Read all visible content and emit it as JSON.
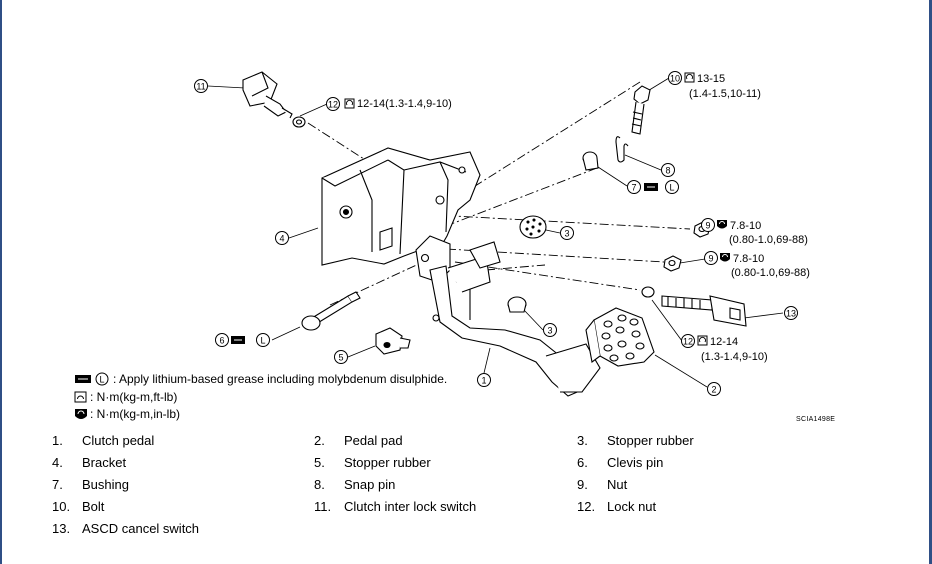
{
  "diagram": {
    "callouts": [
      {
        "num": "11"
      },
      {
        "num": "12",
        "spec": "12-14(1.3-1.4,9-10)"
      },
      {
        "num": "10",
        "spec": "13-15",
        "spec2": "(1.4-1.5,10-11)"
      },
      {
        "num": "8"
      },
      {
        "num": "7"
      },
      {
        "num": "4"
      },
      {
        "num": "3"
      },
      {
        "num": "9",
        "spec": "7.8-10",
        "spec2": "(0.80-1.0,69-88)"
      },
      {
        "num": "9",
        "spec": "7.8-10",
        "spec2": "(0.80-1.0,69-88)"
      },
      {
        "num": "13"
      },
      {
        "num": "3"
      },
      {
        "num": "12",
        "spec": "12-14",
        "spec2": "(1.3-1.4,9-10)"
      },
      {
        "num": "6"
      },
      {
        "num": "5"
      },
      {
        "num": "1"
      },
      {
        "num": "2"
      }
    ],
    "grease_letter": "L",
    "legend": {
      "grease": ": Apply lithium-based grease including molybdenum disulphide.",
      "torque_ft": ": N·m(kg-m,ft-lb)",
      "torque_in": ": N·m(kg-m,in-lb)"
    },
    "code": "SCIA1498E"
  },
  "parts": [
    {
      "num": "1.",
      "name": "Clutch pedal"
    },
    {
      "num": "2.",
      "name": "Pedal pad"
    },
    {
      "num": "3.",
      "name": "Stopper rubber"
    },
    {
      "num": "4.",
      "name": "Bracket"
    },
    {
      "num": "5.",
      "name": "Stopper rubber"
    },
    {
      "num": "6.",
      "name": "Clevis pin"
    },
    {
      "num": "7.",
      "name": "Bushing"
    },
    {
      "num": "8.",
      "name": "Snap pin"
    },
    {
      "num": "9.",
      "name": "Nut"
    },
    {
      "num": "10.",
      "name": "Bolt"
    },
    {
      "num": "11.",
      "name": "Clutch inter lock switch"
    },
    {
      "num": "12.",
      "name": "Lock nut"
    },
    {
      "num": "13.",
      "name": "ASCD cancel switch"
    }
  ],
  "colors": {
    "frame": "#2f4f86",
    "ink": "#000000"
  }
}
